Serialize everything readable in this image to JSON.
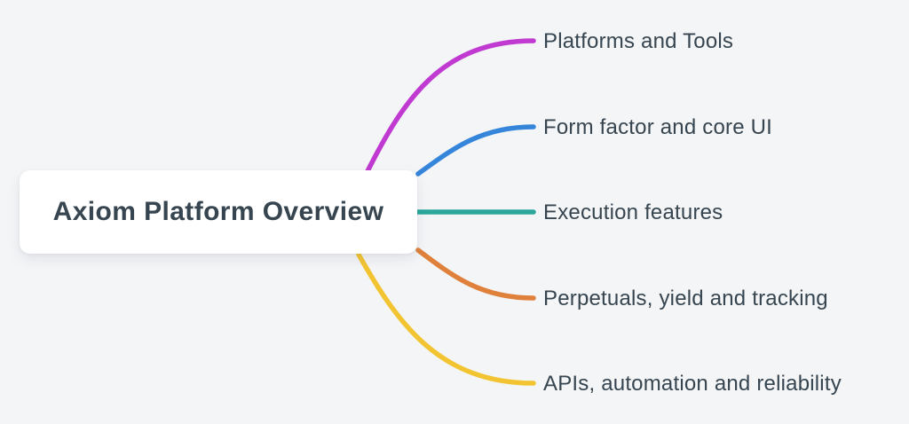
{
  "canvas": {
    "background_color": "#f4f5f7",
    "text_color": "#36454f",
    "node_fill": "#ffffff"
  },
  "root": {
    "label": "Axiom Platform Overview"
  },
  "branches": [
    {
      "id": "platforms-and-tools",
      "label": "Platforms and Tools",
      "color": "#c03ad2"
    },
    {
      "id": "form-factor-and-core-ui",
      "label": "Form factor and core UI",
      "color": "#3585db"
    },
    {
      "id": "execution-features",
      "label": "Execution features",
      "color": "#2aa79a"
    },
    {
      "id": "perpetuals-yield-and-tracking",
      "label": "Perpetuals, yield and tracking",
      "color": "#e0813b"
    },
    {
      "id": "apis-automation-and-reliability",
      "label": "APIs, automation and reliability",
      "color": "#f3c432"
    }
  ]
}
